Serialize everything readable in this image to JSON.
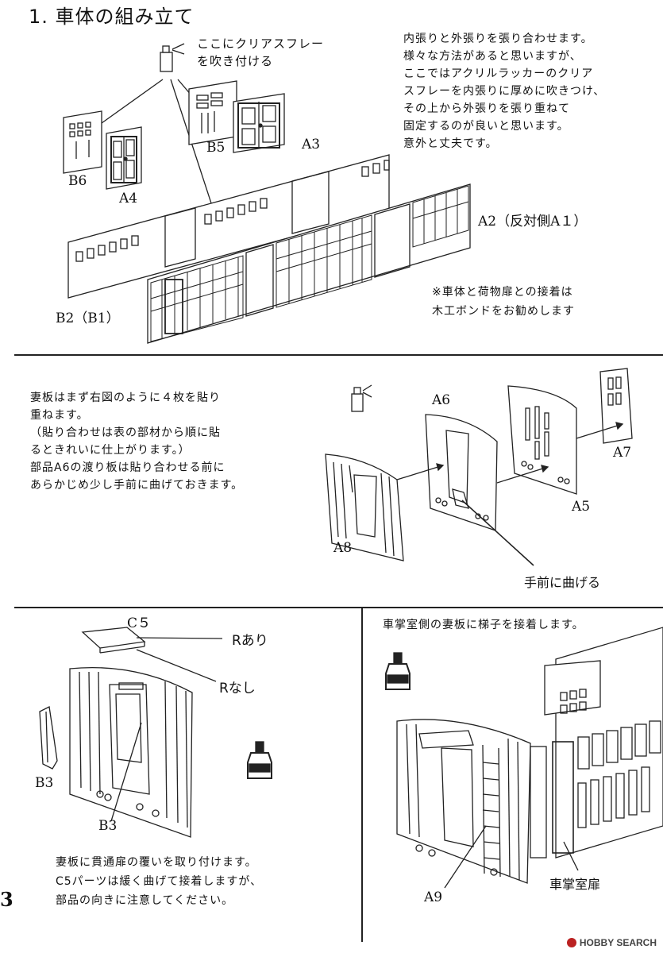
{
  "section1": {
    "heading": "1. 車体の組み立て",
    "spray_note": "ここにクリアスフレー\nを吹き付ける",
    "instructions": "内張りと外張りを張り合わせます。\n様々な方法があると思いますが、\nここではアクリルラッカーのクリア\nスフレーを内張りに厚めに吹きつけ、\nその上から外張りを張り重ねて\n固定するのが良いと思います。\n意外と丈夫です。",
    "note": "※車体と荷物扉との接着は\n木工ボンドをお勧めします",
    "labels": {
      "b6": "B6",
      "a4": "A4",
      "b5": "B5",
      "a3": "A3",
      "a2": "A2（反対側A１）",
      "b2": "B2（B1）"
    }
  },
  "section2": {
    "instructions": "妻板はまず右図のように４枚を貼り\n重ねます。\n（貼り合わせは表の部材から順に貼\nるときれいに仕上がります。）\n部品A6の渡り板は貼り合わせる前に\nあらかじめ少し手前に曲げておきます。",
    "labels": {
      "a6": "A6",
      "a7": "A7",
      "a5": "A5",
      "a8": "A8",
      "bend": "手前に曲げる"
    }
  },
  "section3": {
    "labels": {
      "c5": "C５",
      "r_ari": "Rあり",
      "r_nashi": "Rなし",
      "b3_side": "B3",
      "b3": "B3"
    },
    "instructions": "妻板に貫通扉の覆いを取り付けます。\nC5パーツは緩く曲げて接着しますが、\n部品の向きに注意してください。"
  },
  "section4": {
    "instructions": "車掌室側の妻板に梯子を接着します。",
    "labels": {
      "a9": "A9",
      "door": "車掌室扉"
    }
  },
  "page_number": "3",
  "watermark": "HOBBY SEARCH"
}
